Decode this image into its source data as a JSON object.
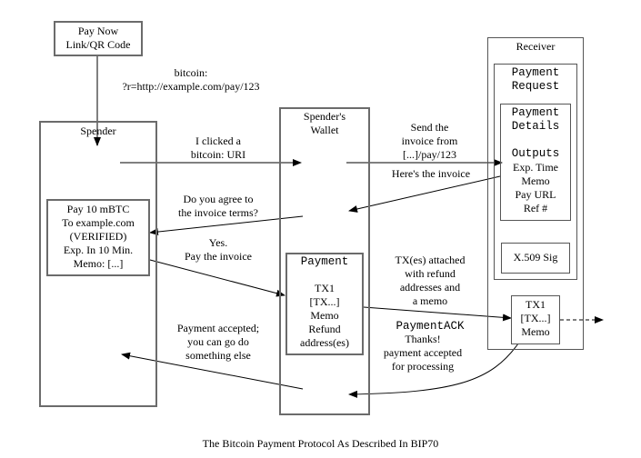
{
  "caption": "The Bitcoin Payment Protocol As Described In BIP70",
  "nodes": {
    "pay_now": "Pay Now\nLink/QR Code",
    "spender": "Spender",
    "spender_prompt": "Pay 10 mBTC\nTo example.com\n(VERIFIED)\nExp. In 10 Min.\nMemo: [...]",
    "wallet": "Spender's\nWallet",
    "payment_title": "Payment",
    "payment_body": "TX1\n[TX...]\nMemo\nRefund\naddress(es)",
    "receiver": "Receiver",
    "payment_request": "Payment\nRequest",
    "payment_details_title": "Payment\nDetails",
    "payment_details_outputs": "Outputs",
    "payment_details_body": "Exp. Time\nMemo\nPay URL\nRef #",
    "x509": "X.509 Sig",
    "receiver_tx": "TX1\n[TX...]\nMemo"
  },
  "edges": {
    "uri": "bitcoin:\n?r=http://example.com/pay/123",
    "clicked": "I clicked a\nbitcoin: URI",
    "send_invoice": "Send the\ninvoice from\n[...]/pay/123",
    "heres_invoice": "Here's the invoice",
    "agree": "Do you agree to\nthe invoice terms?",
    "yes_pay": "Yes.\nPay the invoice",
    "tx_attached": "TX(es) attached\nwith refund\naddresses and\na memo",
    "ack_title": "PaymentACK",
    "ack_body": "Thanks!\npayment accepted\nfor processing",
    "accepted": "Payment accepted;\nyou can go do\nsomething else"
  }
}
